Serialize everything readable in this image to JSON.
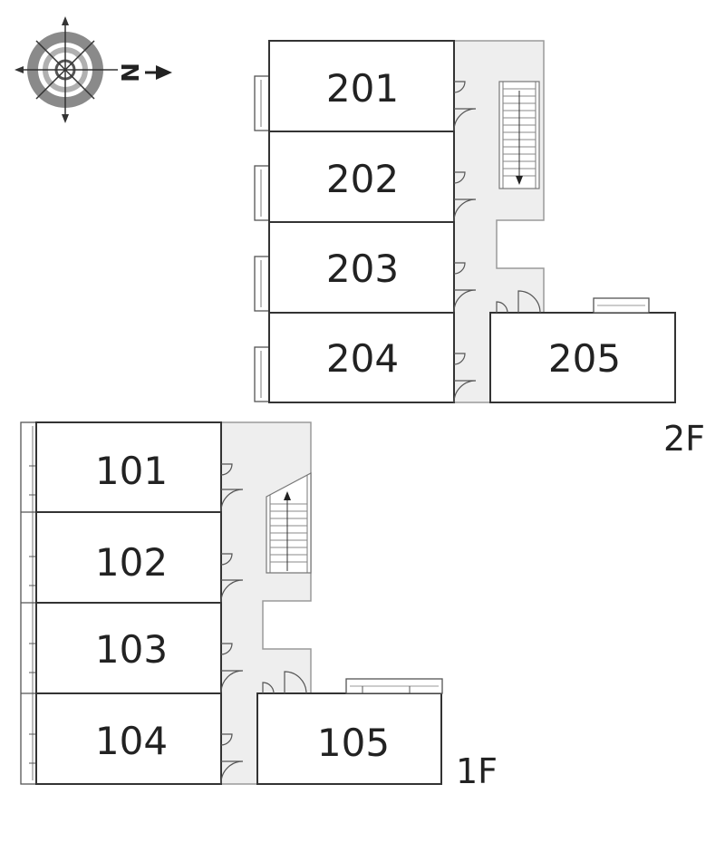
{
  "compass": {
    "north_label": "N"
  },
  "floors": {
    "second": {
      "label": "2F",
      "rooms": [
        "201",
        "202",
        "203",
        "204",
        "205"
      ]
    },
    "first": {
      "label": "1F",
      "rooms": [
        "101",
        "102",
        "103",
        "104",
        "105"
      ]
    }
  },
  "colors": {
    "wall": "#333333",
    "corridor": "#eeeeee",
    "corridor_edge": "#9a9a9a",
    "compass_ring": "#8a8a8a"
  }
}
